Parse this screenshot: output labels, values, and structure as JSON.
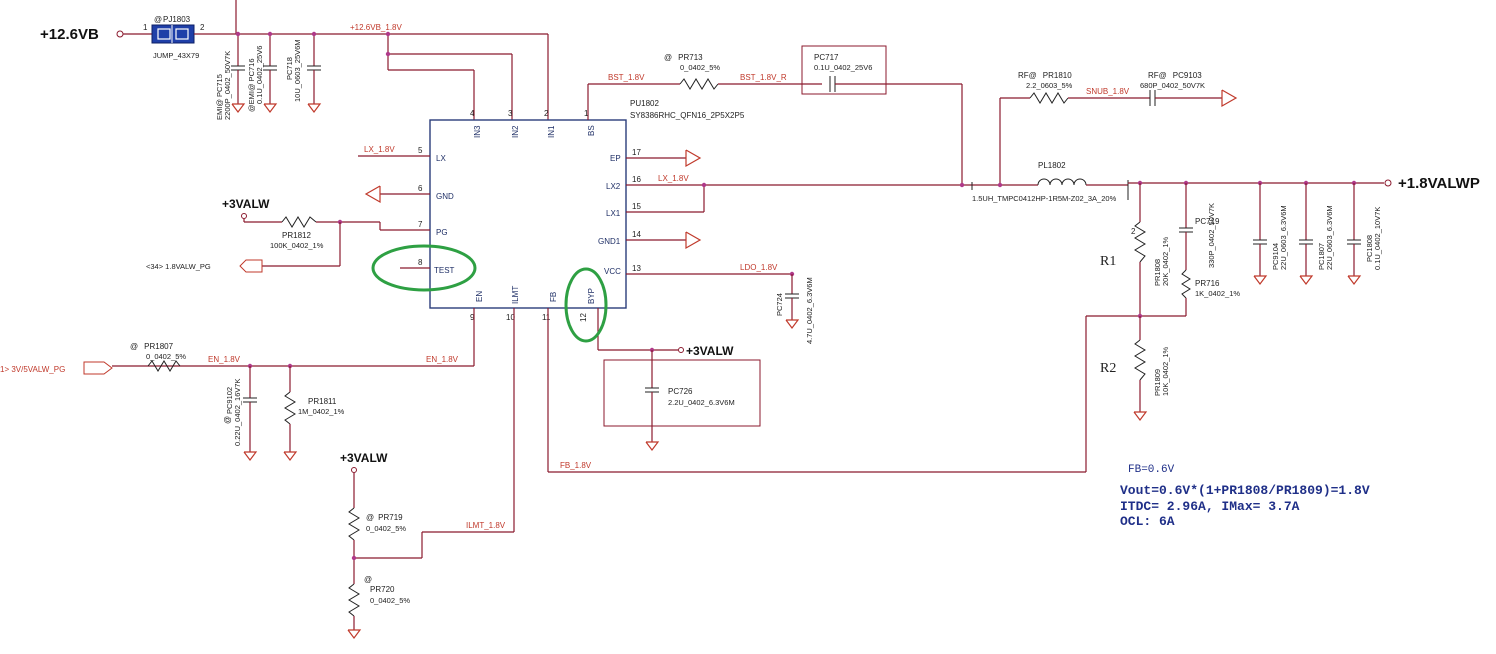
{
  "rails": {
    "vin": "+12.6VB",
    "vout": "+1.8VALWP",
    "aux1": "+3VALW",
    "aux2": "+3VALW",
    "aux3": "+3VALW"
  },
  "ic": {
    "ref": "PU1802",
    "part": "SY8386RHC_QFN16_2P5X2P5",
    "pins": [
      {
        "num": "4",
        "name": "IN3"
      },
      {
        "num": "3",
        "name": "IN2"
      },
      {
        "num": "2",
        "name": "IN1"
      },
      {
        "num": "1",
        "name": "BS"
      },
      {
        "num": "5",
        "name": "LX"
      },
      {
        "num": "6",
        "name": "GND"
      },
      {
        "num": "7",
        "name": "PG"
      },
      {
        "num": "8",
        "name": "TEST"
      },
      {
        "num": "9",
        "name": "EN"
      },
      {
        "num": "10",
        "name": "ILMT"
      },
      {
        "num": "11",
        "name": "FB"
      },
      {
        "num": "12",
        "name": "BYP"
      },
      {
        "num": "13",
        "name": "VCC"
      },
      {
        "num": "14",
        "name": "GND1"
      },
      {
        "num": "15",
        "name": "LX1"
      },
      {
        "num": "16",
        "name": "LX2"
      },
      {
        "num": "17",
        "name": "EP"
      }
    ]
  },
  "nets": {
    "vin_18": "+12.6VB_1.8V",
    "bst": "BST_1.8V",
    "bst_r": "BST_1.8V_R",
    "lx_left": "LX_1.8V",
    "lx_right": "LX_1.8V",
    "ldo": "LDO_1.8V",
    "en_left": "EN_1.8V",
    "en_right": "EN_1.8V",
    "ilmt": "ILMT_1.8V",
    "fb": "FB_1.8V",
    "snub": "SNUB_1.8V",
    "pg_port": "<34>  1.8VALW_PG",
    "en_port": "1>  3V/5VALW_PG"
  },
  "components": {
    "pj1803": {
      "ref": "PJ1803",
      "prefix": "@",
      "value": "JUMP_43X79",
      "pin1": "1",
      "pin2": "2"
    },
    "pc715": {
      "ref": "PC715",
      "prefix": "EMI@",
      "value": "2200P_0402_50V7K"
    },
    "pc716": {
      "ref": "PC716",
      "prefix": "@EMI@",
      "value": "0.1U_0402_25V6"
    },
    "pc718": {
      "ref": "PC718",
      "prefix": "",
      "value": "10U_0603_25V6M"
    },
    "pr713": {
      "ref": "PR713",
      "prefix": "@",
      "value": "0_0402_5%"
    },
    "pc717": {
      "ref": "PC717",
      "value": "0.1U_0402_25V6"
    },
    "pr1810": {
      "ref": "PR1810",
      "prefix": "RF@",
      "value": "2.2_0603_5%"
    },
    "pc9103": {
      "ref": "PC9103",
      "prefix": "RF@",
      "value": "680P_0402_50V7K"
    },
    "pl1802": {
      "ref": "PL1802",
      "value": "1.5UH_TMPC0412HP-1R5M-Z02_3A_20%"
    },
    "pr1812": {
      "ref": "PR1812",
      "value": "100K_0402_1%"
    },
    "pc724": {
      "ref": "PC724",
      "value": "4.7U_0402_6.3V6M"
    },
    "pc726": {
      "ref": "PC726",
      "value": "2.2U_0402_6.3V6M"
    },
    "pr1807": {
      "ref": "PR1807",
      "prefix": "@",
      "value": "0_0402_5%"
    },
    "pc9102": {
      "ref": "PC9102",
      "prefix": "@",
      "value": "0.22U_0402_16V7K"
    },
    "pr1811": {
      "ref": "PR1811",
      "value": "1M_0402_1%"
    },
    "pr719": {
      "ref": "PR719",
      "prefix": "@",
      "value": "0_0402_5%"
    },
    "pr720": {
      "ref": "PR720",
      "prefix": "@",
      "value": "0_0402_5%"
    },
    "pr1808": {
      "ref": "PR1808",
      "value": "20K_0402_1%"
    },
    "pr1809": {
      "ref": "PR1809",
      "value": "10K_0402_1%"
    },
    "pc719": {
      "ref": "PC719",
      "value": "330P_0402_50V7K"
    },
    "pr716": {
      "ref": "PR716",
      "value": "1K_0402_1%"
    },
    "pc9104": {
      "ref": "PC9104",
      "value": "22U_0603_6.3V6M"
    },
    "pc1807": {
      "ref": "PC1807",
      "value": "22U_0603_6.3V6M"
    },
    "pc1808": {
      "ref": "PC1808",
      "value": "0.1U_0402_10V7K"
    }
  },
  "labels": {
    "r1": "R1",
    "r2": "R2"
  },
  "notes": {
    "fb": "FB=0.6V",
    "vout": "Vout=0.6V*(1+PR1808/PR1809)=1.8V",
    "itdc": "ITDC= 2.96A,  IMax= 3.7A",
    "ocl": "OCL:  6A"
  },
  "highlights": [
    "TEST",
    "BYP"
  ],
  "colors": {
    "wire": "#8b1a2e",
    "net_label": "#c0392b",
    "ic_outline": "#2a3d7a",
    "junction": "#b03a8a",
    "highlight": "#2ea043",
    "note_text": "#1f2f88",
    "jumper": "#1f3fa8"
  }
}
